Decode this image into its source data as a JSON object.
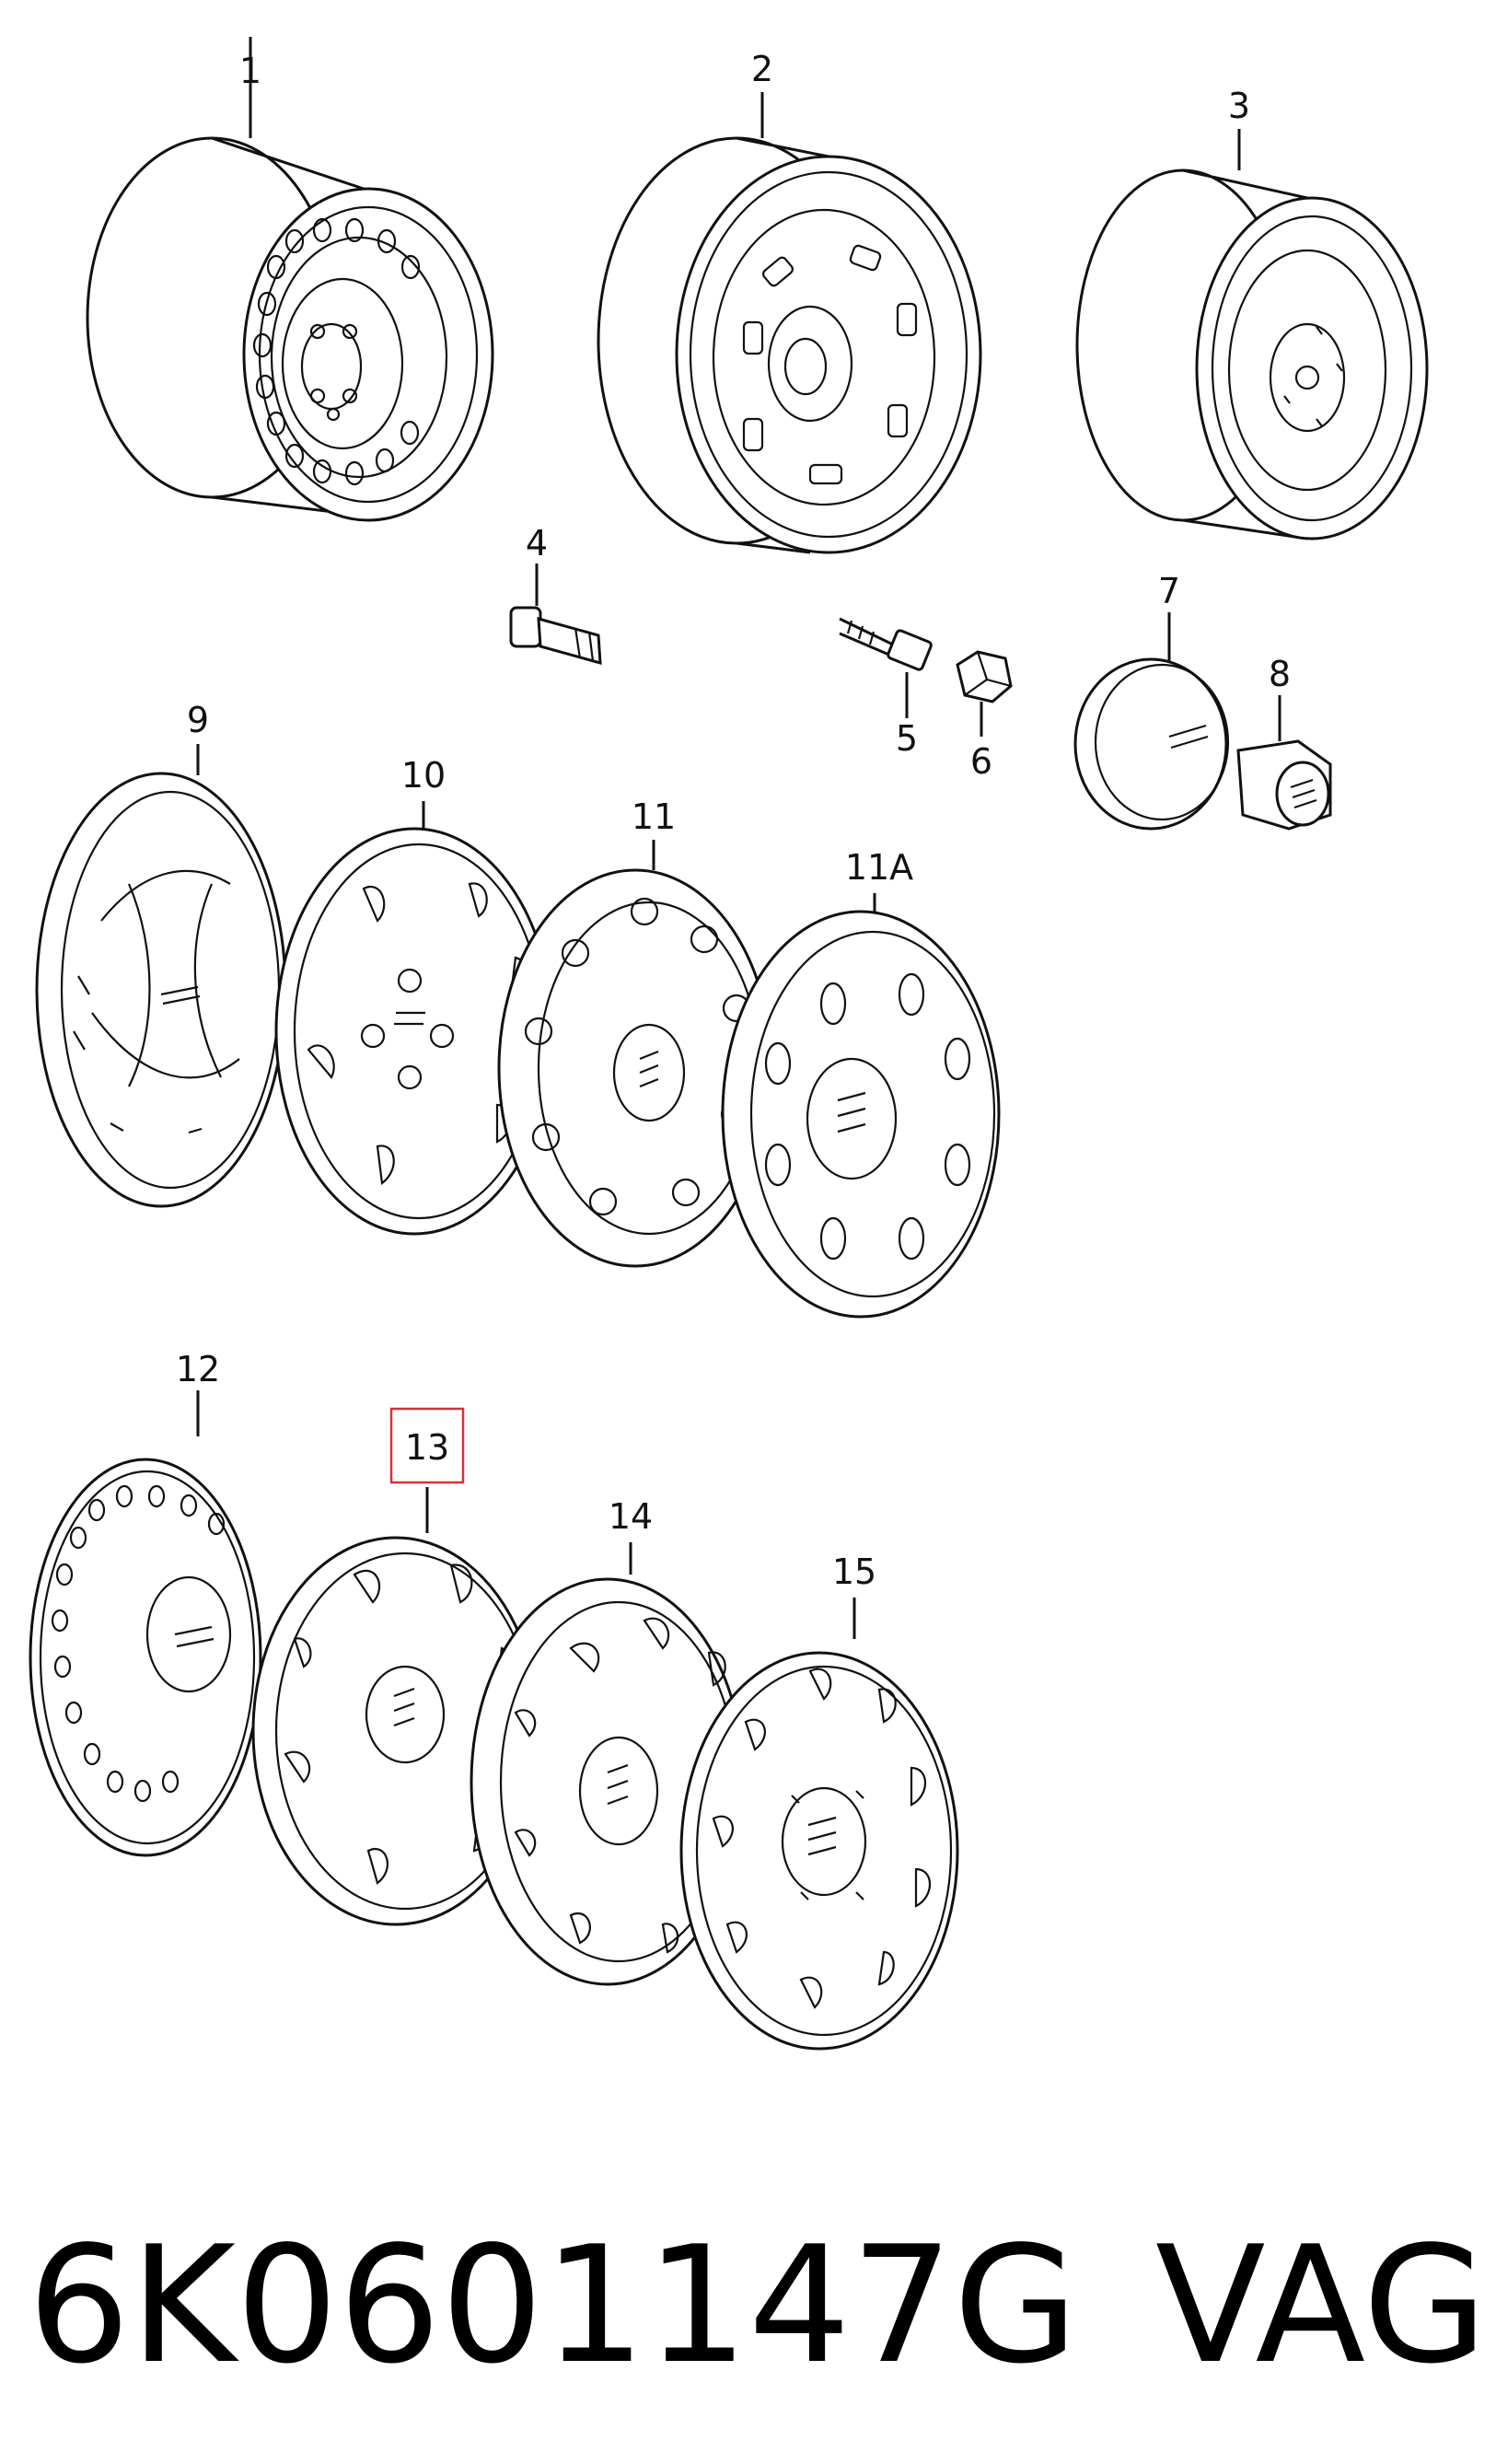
{
  "labels": {
    "p1": "1",
    "p2": "2",
    "p3": "3",
    "p4": "4",
    "p5": "5",
    "p6": "6",
    "p7": "7",
    "p8": "8",
    "p9": "9",
    "p10": "10",
    "p11": "11",
    "p11a": "11A",
    "p12": "12",
    "p13": "13",
    "p14": "14",
    "p15": "15"
  },
  "highlight": {
    "label": "13",
    "color": "#d9303a"
  },
  "footer": {
    "part_number": "6K0601147G",
    "manufacturer": "VAG"
  },
  "icons": [
    "steel-wheel",
    "tire-valve",
    "wheel-bolt",
    "bolt-cap",
    "center-cap",
    "hub-cap",
    "wheel-trim"
  ]
}
